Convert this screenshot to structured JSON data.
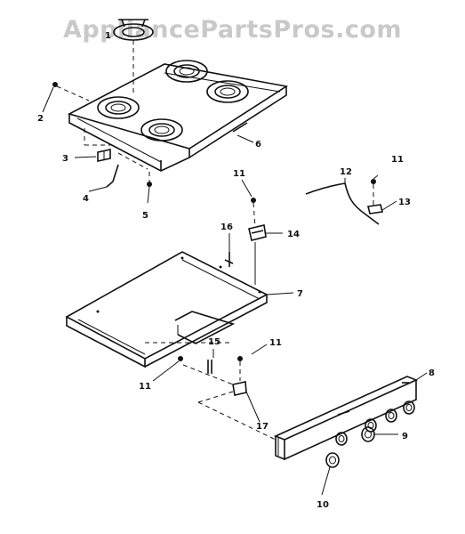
{
  "watermark": "AppliancePartsPros.com",
  "parts": {
    "p1": "1",
    "p2": "2",
    "p3": "3",
    "p4": "4",
    "p5": "5",
    "p6": "6",
    "p7": "7",
    "p8": "8",
    "p9": "9",
    "p10": "10",
    "p11": "11",
    "p12": "12",
    "p13": "13",
    "p14": "14",
    "p15": "15",
    "p16": "16",
    "p17": "17"
  }
}
